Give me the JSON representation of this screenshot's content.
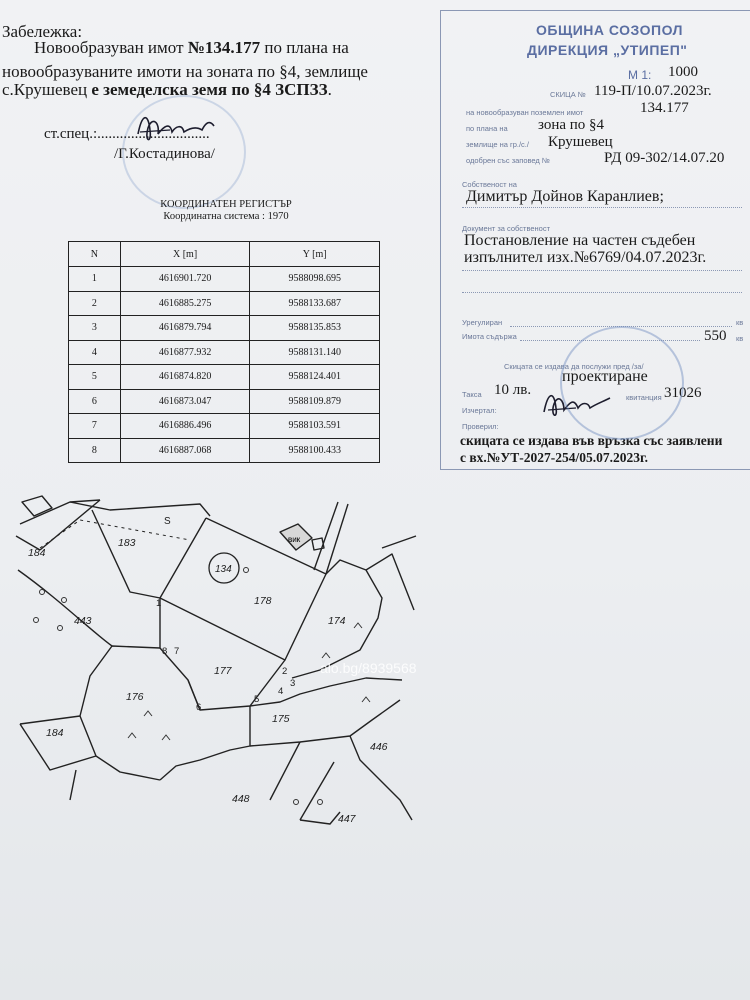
{
  "note": {
    "heading": "Забележка:",
    "line1_a": "Новообразуван имот ",
    "line1_b": "№134.177",
    "line1_c": " по плана на",
    "line2": "новообразуваните имоти на зоната по §4, землище",
    "line3_a": "с.Крушевец ",
    "line3_b": "е земеделска земя по §4 ЗСПЗЗ",
    "line3_c": ".",
    "spec_label": "ст.спец.:..............................",
    "spec_name": "/Г.Костадинова/"
  },
  "register": {
    "title": "КООРДИНАТЕН РЕГИСТЪР",
    "subtitle": "Координатна система : 1970",
    "headers": [
      "N",
      "X [m]",
      "Y [m]"
    ],
    "rows": [
      [
        "1",
        "4616901.720",
        "9588098.695"
      ],
      [
        "2",
        "4616885.275",
        "9588133.687"
      ],
      [
        "3",
        "4616879.794",
        "9588135.853"
      ],
      [
        "4",
        "4616877.932",
        "9588131.140"
      ],
      [
        "5",
        "4616874.820",
        "9588124.401"
      ],
      [
        "6",
        "4616873.047",
        "9588109.879"
      ],
      [
        "7",
        "4616886.496",
        "9588103.591"
      ],
      [
        "8",
        "4616887.068",
        "9588100.433"
      ]
    ]
  },
  "form": {
    "municipality": "ОБЩИНА СОЗОПОЛ",
    "directorate": "ДИРЕКЦИЯ „УТИПЕП\"",
    "scale_label": "М 1:",
    "scale_value": "1000",
    "sketch_label": "СКИЦА №",
    "sketch_value": "119-П/10.07.2023г.",
    "plot_label": "на новообразуван поземлен имот",
    "plot_value": "134.177",
    "plan_label": "по плана на",
    "plan_value": "зона по §4",
    "land_label": "землище на гр./с./",
    "land_value": "Крушевец",
    "approved_label": "одобрен със заповед №",
    "approved_value": "РД 09-302/14.07.20",
    "owner_label": "Собственост на",
    "owner_value": "Димитър Дойнов Каранлиев;",
    "doc_label": "Документ за собственост",
    "doc_value1": "Постановление на частен съдебен",
    "doc_value2": "изпълнител изх.№6769/04.07.2023г.",
    "regulated_label": "Урегулиран",
    "regulated_suffix": "кв",
    "area_label": "Имота съдържа",
    "area_value": "550",
    "area_suffix": "кв",
    "issue_label": "Скицата се издава да послужи пред /за/",
    "issue_value": "проектиране",
    "fee_label": "Такса",
    "fee_value": "10 лв.",
    "receipt_label": "квитанция",
    "receipt_value": "31026",
    "drawn_label": "Изчертал:",
    "checked_label": "Проверил:",
    "footer1": "скицата се издава във връзка със заявлени",
    "footer2": "с вх.№УТ-2027-254/05.07.2023г."
  },
  "map": {
    "parcels": [
      "183",
      "184",
      "134",
      "178",
      "174",
      "443",
      "177",
      "176",
      "175",
      "184",
      "446",
      "448",
      "447"
    ],
    "points": [
      "1",
      "2",
      "3",
      "4",
      "5",
      "6",
      "7",
      "8"
    ],
    "letters": [
      "S",
      "ВИК"
    ],
    "watermark": "alo.bg/8939568"
  }
}
